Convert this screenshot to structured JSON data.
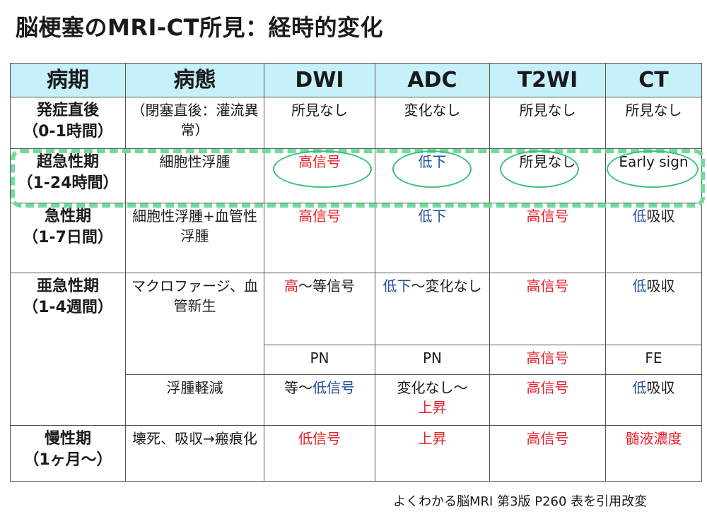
{
  "title": "脳梗塞のMRI-CT所見：経時的変化",
  "headers": [
    "病期",
    "病態",
    "DWI",
    "ADC",
    "T2WI",
    "CT"
  ],
  "rows": {
    "r1": {
      "period": [
        "発症直後",
        "（0-1時間）"
      ],
      "path": "（閉塞直後：灌流異常）",
      "dwi": "所見なし",
      "adc": "変化なし",
      "t2wi": "所見なし",
      "ct": "所見なし"
    },
    "r2": {
      "period": [
        "超急性期",
        "（1-24時間）"
      ],
      "path": "細胞性浮腫",
      "dwi": "高信号",
      "adc": "低下",
      "t2wi": "所見なし",
      "ct": "Early sign"
    },
    "r3": {
      "period": [
        "急性期",
        "（1-7日間）"
      ],
      "path": "細胞性浮腫+血管性浮腫",
      "dwi": "高信号",
      "adc": "低下",
      "t2wi": "高信号",
      "ct_a": "低",
      "ct_b": "吸収"
    },
    "r4": {
      "period": [
        "亜急性期",
        "（1-4週間）"
      ],
      "path": "マクロファージ、血管新生",
      "dwi_a": "高",
      "dwi_b": "〜等信号",
      "adc_a": "低下",
      "adc_b": "〜変化なし",
      "t2wi": "高信号",
      "ct_a": "低",
      "ct_b": "吸収"
    },
    "r5": {
      "dwi": "PN",
      "adc": "PN",
      "t2wi": "高信号",
      "ct": "FE"
    },
    "r6": {
      "path": "浮腫軽減",
      "dwi_a": "等〜",
      "dwi_b": "低信号",
      "adc_a": "変化なし〜",
      "adc_b": "上昇",
      "t2wi": "高信号",
      "ct_a": "低",
      "ct_b": "吸収"
    },
    "r7": {
      "period": [
        "慢性期",
        "（1ヶ月〜）"
      ],
      "path": "壊死、吸収→瘢痕化",
      "dwi": "低信号",
      "adc": "上昇",
      "t2wi": "高信号",
      "ct": "髄液濃度"
    }
  },
  "footnote": "よくわかる脳MRI 第3版 P260 表を引用改変",
  "colors": {
    "header_bg": "#c6f0fa",
    "red_text": "#e8202a",
    "blue_text": "#1f4e9b",
    "highlight_dashed": "#6fdc9c",
    "oval_outline": "#3cc07a"
  }
}
